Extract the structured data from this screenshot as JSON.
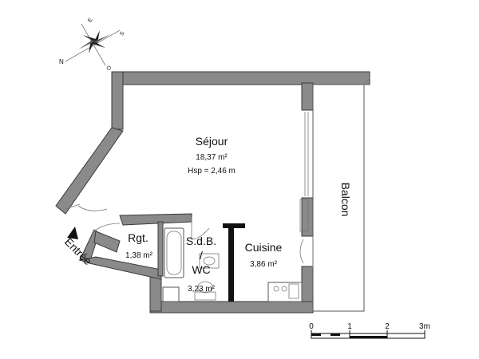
{
  "compass": {
    "n": "N",
    "e": "E",
    "s": "S",
    "o": "O"
  },
  "rooms": {
    "sejour": {
      "name": "Séjour",
      "area": "18,37 m²",
      "hsp": "Hsp = 2,46 m"
    },
    "rgt": {
      "name": "Rgt.",
      "area": "1,38 m²"
    },
    "sdb": {
      "name_line1": "S.d.B.",
      "name_line2": "/",
      "name_line3": "WC",
      "area": "3,23 m²"
    },
    "cuisine": {
      "name": "Cuisine",
      "area": "3,86 m²"
    },
    "balcon": {
      "name": "Balcon"
    }
  },
  "entree": {
    "label": "Entrée"
  },
  "scale": {
    "labels": [
      "0",
      "1",
      "2",
      "3m"
    ]
  }
}
